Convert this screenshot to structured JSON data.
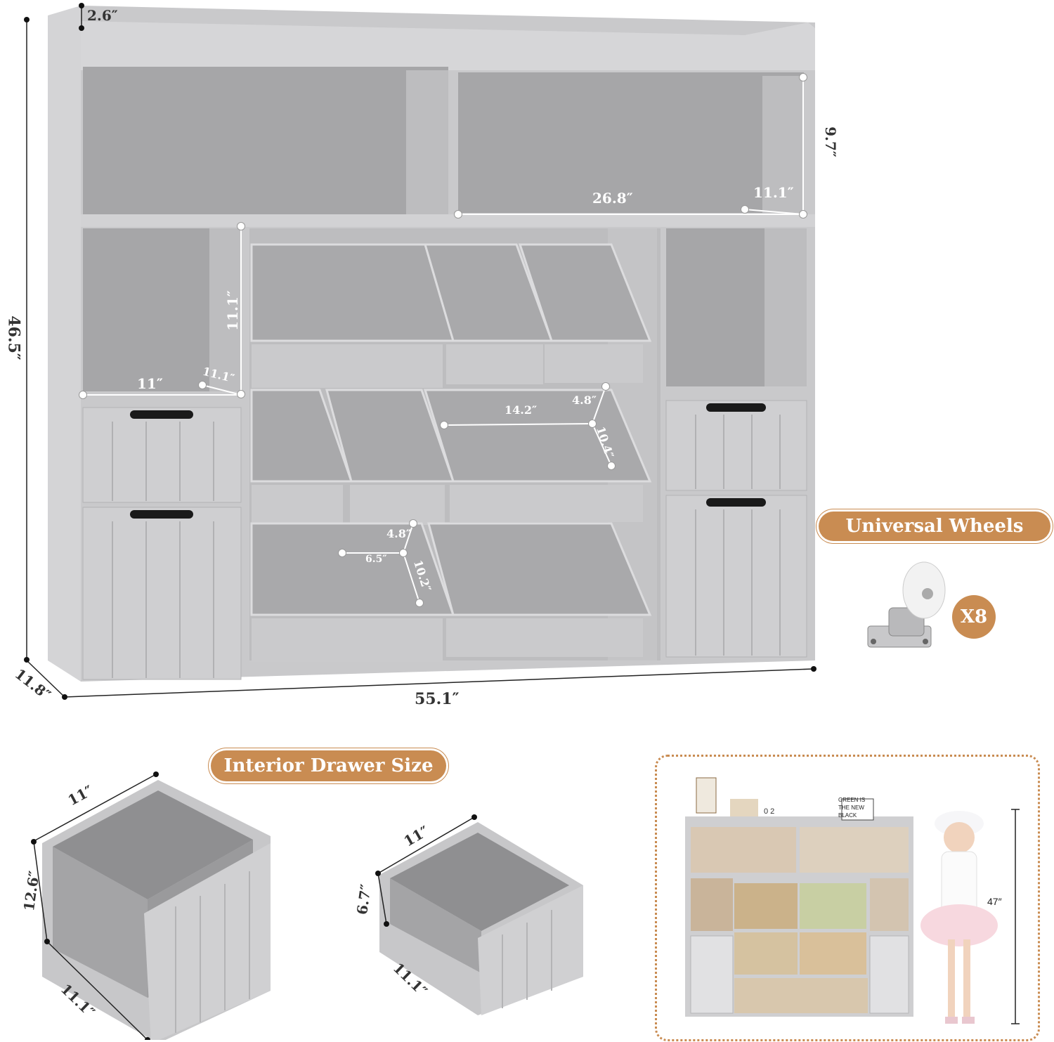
{
  "main": {
    "dims": {
      "top_lip": "2.6″",
      "total_height": "46.5″",
      "depth": "11.8″",
      "total_width": "55.1″",
      "upper_shelf_height": "9.7″",
      "upper_shelf_width": "26.8″",
      "upper_shelf_depth": "11.1″",
      "cubby_height": "11.1″",
      "cubby_width": "11″",
      "cubby_depth": "11.1″",
      "bin_large_width": "14.2″",
      "bin_large_height": "4.8″",
      "bin_large_depth": "10.4″",
      "bin_small_height": "4.8″",
      "bin_small_width": "6.5″",
      "bin_small_depth": "10.2″"
    }
  },
  "wheels": {
    "label": "Universal Wheels",
    "count": "X8"
  },
  "drawers": {
    "label": "Interior Drawer Size",
    "large": {
      "width": "11″",
      "height": "12.6″",
      "depth": "11.1″"
    },
    "small": {
      "width": "11″",
      "height": "6.7″",
      "depth": "11.1″"
    }
  },
  "lifestyle": {
    "sign_text": "GREEN IS THE NEW BLACK",
    "block_text": "0 2",
    "height_label": "47″"
  },
  "colors": {
    "cabinet": "#c9c9cb",
    "cabinet_dark": "#9c9c9e",
    "bin": "#a9a9ab",
    "accent": "#c98c52"
  }
}
